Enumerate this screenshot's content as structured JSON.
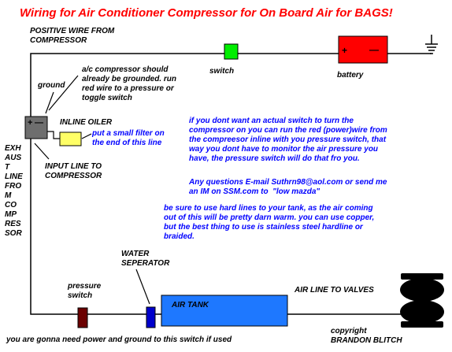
{
  "title": "Wiring for Air Conditioner Compressor for On Board Air for BAGS!",
  "labels": {
    "positive_wire": "POSITIVE WIRE FROM\nCOMPRESSOR",
    "switch": "switch",
    "battery": "battery",
    "ground": "ground",
    "ac_note": "a/c compressor should\nalready be grounded. run\nred wire to a pressure or\ntoggle switch",
    "inline_oiler": "INLINE OILER",
    "oiler_note": "put a small filter on\nthe end of this line",
    "exhaust_resistor": "EXH\nAUS\nT\nLINE\nFRO\nM\nCO\nMP\nRES\nSOR",
    "input_line": "INPUT LINE TO\nCOMPRESSOR",
    "switch_note": "if you dont want an actual switch to turn the\ncompressor on you can run the red (power)wire from\nthe compreesor inline with you pressure switch, that\nway you dont have to monitor the air pressure you\nhave, the pressure switch will do that fro you.",
    "questions_note": "Any questions E-mail Suthrn98@aol.com or send me\nan IM on SSM.com to  \"low mazda\"",
    "hard_lines_note": "be sure to use hard lines to your tank, as the air coming\nout of this will be pretty darn warm. you can use copper,\nbut the best thing to use is stainless steel hardline or\nbraided.",
    "water_separator": "WATER\nSEPERATOR",
    "pressure_switch": "pressure\nswitch",
    "air_tank": "AIR TANK",
    "air_line": "AIR LINE TO VALVES",
    "power_note": "you are gonna need power and ground to this switch if used",
    "copyright": "copyright\nBRANDON BLITCH",
    "battery_plus": "+",
    "battery_minus": "—",
    "compressor_plus": "+",
    "compressor_minus": "—"
  },
  "colors": {
    "title": "#ff0000",
    "switch": "#00ee00",
    "battery": "#ff0000",
    "compressor": "#6e6e6e",
    "oiler": "#ffff66",
    "pressure_switch": "#6b0000",
    "water_separator": "#0000cc",
    "air_tank": "#1e78ff"
  }
}
